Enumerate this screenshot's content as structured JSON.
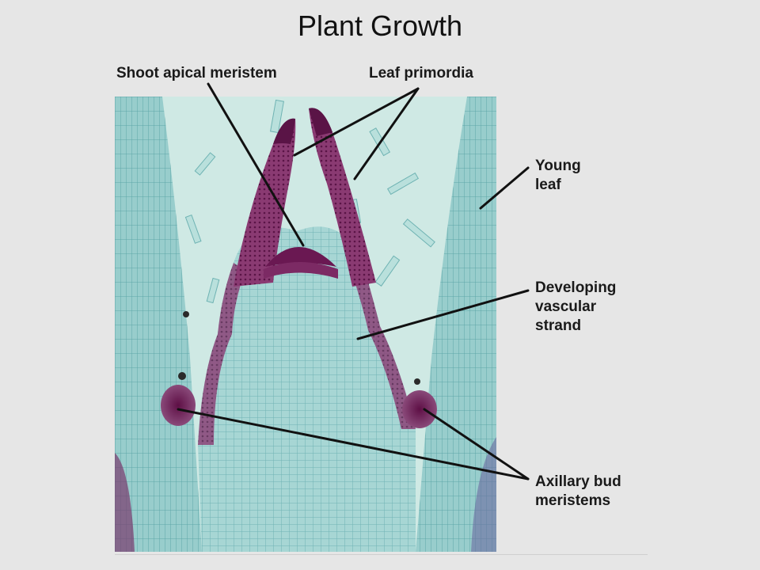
{
  "title": "Plant Growth",
  "labels": {
    "shoot_apical_meristem": "Shoot apical meristem",
    "leaf_primordia": "Leaf primordia",
    "young_leaf": [
      "Young",
      "leaf"
    ],
    "developing_vascular_strand": [
      "Developing",
      "vascular",
      "strand"
    ],
    "axillary_bud_meristems": [
      "Axillary bud",
      "meristems"
    ]
  },
  "colors": {
    "background": "#e6e6e6",
    "tissue_cyan": "#9fd0d0",
    "meristem_purple": "#6e1e55",
    "leader_line": "#111111"
  }
}
